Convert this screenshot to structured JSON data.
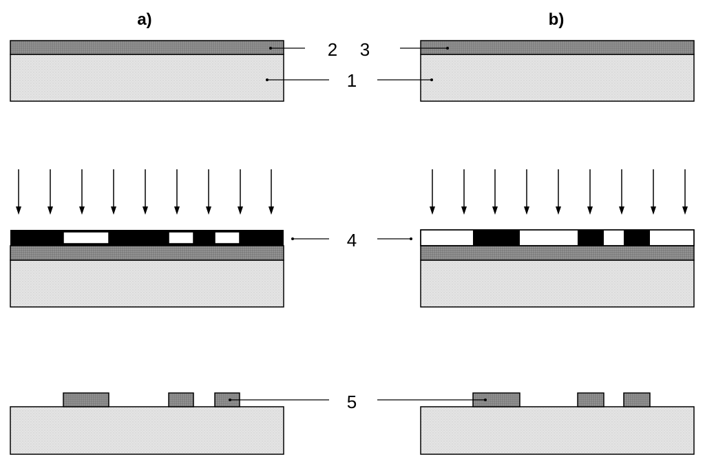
{
  "panels": {
    "a_label": "a)",
    "b_label": "b)"
  },
  "labels": {
    "film_a": "2",
    "film_b": "3",
    "substrate": "1",
    "resist": "4",
    "pattern": "5"
  },
  "colors": {
    "substrate": "#e4e4e4",
    "film": "#8a8a8a",
    "resist_dark": "#000000",
    "resist_light": "#ffffff"
  }
}
